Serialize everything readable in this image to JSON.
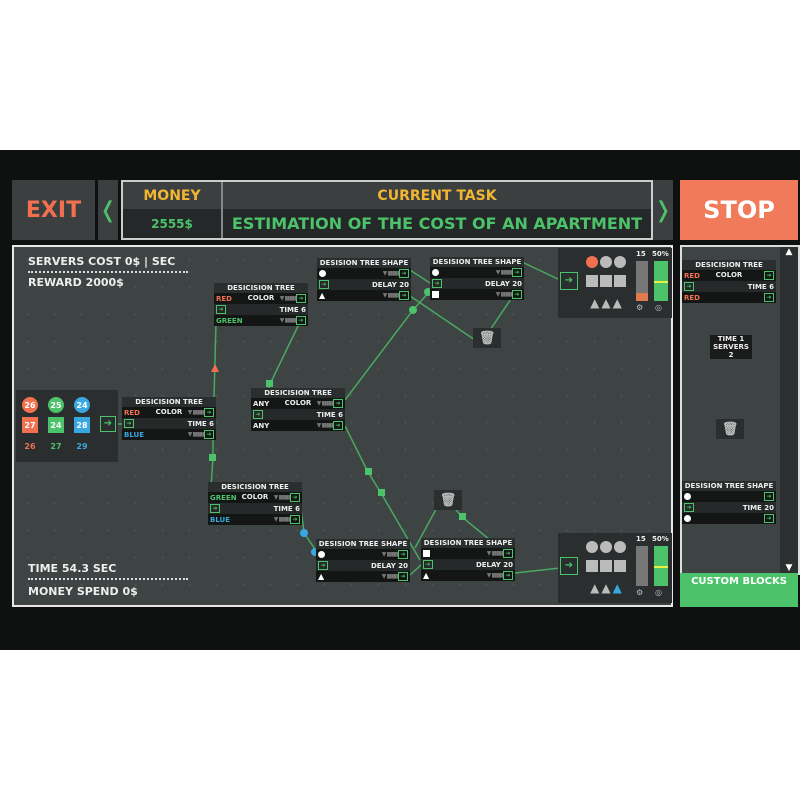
{
  "header": {
    "exit": "EXIT",
    "money_label": "MONEY",
    "money_value": "2555$",
    "task_label": "CURRENT TASK",
    "task_value": "ESTIMATION OF THE COST OF AN APARTMENT",
    "stop": "STOP",
    "left_chevron": "❬",
    "right_chevron": "❭"
  },
  "board": {
    "servers_cost": "SERVERS COST 0$ | SEC",
    "reward": "REWARD 2000$",
    "time": "TIME 54.3 SEC",
    "money_spend": "MONEY SPEND 0$"
  },
  "source": {
    "circles": [
      "26",
      "25",
      "24"
    ],
    "squares": [
      "27",
      "24",
      "28"
    ],
    "triangles": [
      "26",
      "27",
      "29"
    ]
  },
  "nodes": [
    {
      "title": "DESICISION TREE COLOR",
      "top": "RED",
      "mid": "TIME 6",
      "bot": "BLUE"
    },
    {
      "title": "DESICISION TREE COLOR",
      "top": "RED",
      "mid": "TIME 6",
      "bot": "GREEN"
    },
    {
      "title": "DESICISION TREE COLOR",
      "top": "ANY",
      "mid": "TIME 6",
      "bot": "ANY"
    },
    {
      "title": "DESICISION TREE COLOR",
      "top": "GREEN",
      "mid": "TIME 6",
      "bot": "BLUE"
    },
    {
      "title": "DESISION TREE SHAPE",
      "top": "circle",
      "mid": "DELAY 20",
      "bot": "triangle"
    },
    {
      "title": "DESISION TREE SHAPE",
      "top": "circle",
      "mid": "DELAY 20",
      "bot": "square"
    },
    {
      "title": "DESISION TREE SHAPE",
      "top": "circle",
      "mid": "DELAY 20",
      "bot": "triangle"
    },
    {
      "title": "DESISION TREE SHAPE",
      "top": "square",
      "mid": "DELAY 20",
      "bot": "triangle"
    }
  ],
  "sinks": [
    {
      "count": "15",
      "percent": "50%",
      "load_fraction": 0.2,
      "target_fraction": 0.5
    },
    {
      "count": "15",
      "percent": "50%",
      "load_fraction": 0,
      "target_fraction": 0.5
    }
  ],
  "right_panel": {
    "color_node": {
      "title": "DESICISION TREE COLOR",
      "top": "RED",
      "mid": "TIME 6",
      "bot": "RED"
    },
    "server": {
      "time": "TIME 1",
      "servers": "SERVERS 2"
    },
    "shape_node": {
      "title": "DESISION TREE SHAPE",
      "top": "circle",
      "mid": "TIME 20",
      "bot": "circle"
    },
    "custom_blocks": "CUSTOM BLOCKS"
  },
  "colors": {
    "red": "#f07050",
    "green": "#4cc26a",
    "blue": "#3aa8e0",
    "yellow": "#f2b630"
  }
}
